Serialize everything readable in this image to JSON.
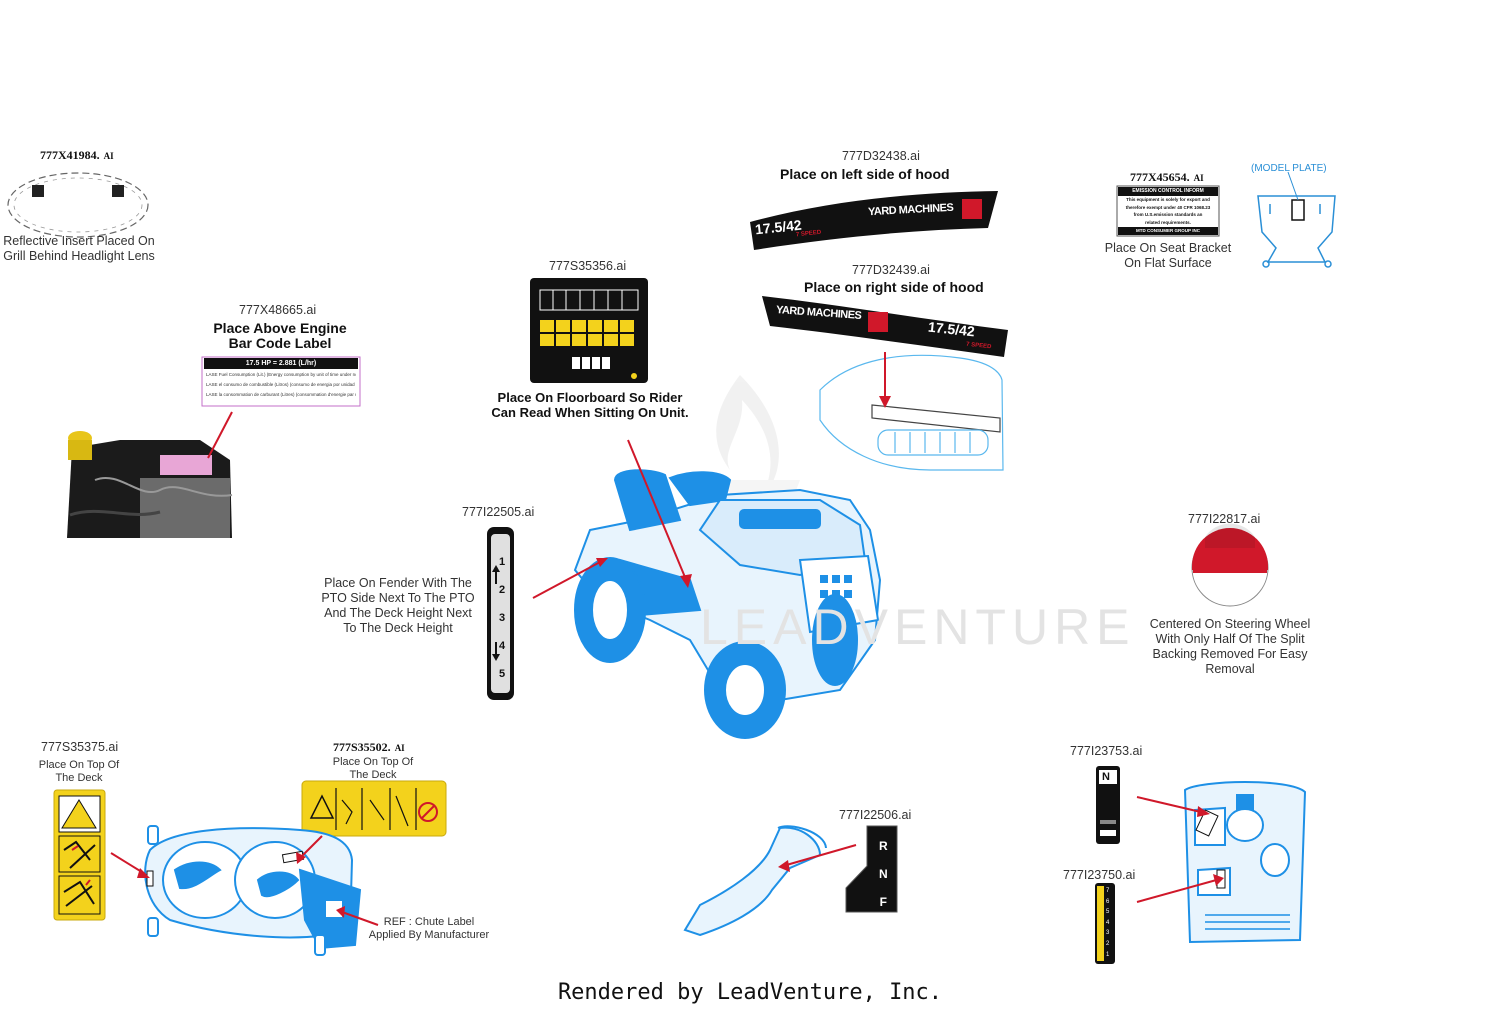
{
  "parts": {
    "p41984": {
      "code": "777X41984.",
      "ext": "AI",
      "desc1": "Reflective Insert Placed On",
      "desc2": "Grill Behind Headlight Lens"
    },
    "p48665": {
      "code": "777X48665.ai",
      "title1": "Place Above Engine",
      "title2": "Bar Code Label",
      "label_line": "17.5 HP  = 2.881  (L/hr)",
      "label_rows": [
        "LASE Fuel Consumption (Lit.) (Energy consumption by unit of time under normal",
        "LASE el consumo de combustible (Litros) (consumo de energia por unidad de tiempo",
        "LASE la consommation de carburant (Litres) (consommation d'energie par unite de"
      ]
    },
    "p35356": {
      "code": "777S35356.ai",
      "desc1": "Place On Floorboard So Rider",
      "desc2": "Can Read When Sitting On Unit."
    },
    "p32438": {
      "code": "777D32438.ai",
      "title": "Place on left side of hood",
      "brand": "YARD MACHINES",
      "model": "17.5/42",
      "speed": "7 SPEED"
    },
    "p32439": {
      "code": "777D32439.ai",
      "title": "Place on right side of hood",
      "brand": "YARD MACHINES",
      "model": "17.5/42",
      "speed": "7 SPEED"
    },
    "p45654": {
      "code": "777X45654.",
      "ext": "AI",
      "desc1": "Place On Seat Bracket",
      "desc2": "On Flat Surface",
      "label_title": "EMISSION CONTROL INFORM",
      "label_rows": [
        "This equipment is solely for export and",
        "therefore exempt under 40 CFR 1068.23",
        "from U.S.emission standards an",
        "related requirements."
      ],
      "label_footer": "MTD CONSUMER GROUP INC"
    },
    "model_plate": "(MODEL PLATE)",
    "p22505": {
      "code": "777I22505.ai",
      "desc1": "Place On Fender With The",
      "desc2": "PTO Side Next To The PTO",
      "desc3": "And The Deck Height Next",
      "desc4": "To The Deck Height",
      "numbers": [
        "1",
        "2",
        "3",
        "4",
        "5"
      ]
    },
    "p22817": {
      "code": "777I22817.ai",
      "desc1": "Centered On Steering Wheel",
      "desc2": "With Only Half Of The Split",
      "desc3": "Backing Removed For Easy",
      "desc4": "Removal"
    },
    "p35375": {
      "code": "777S35375.ai",
      "desc1": "Place On Top Of",
      "desc2": "The Deck"
    },
    "p35502": {
      "code": "777S35502.",
      "ext": "AI",
      "desc1": "Place On Top Of",
      "desc2": "The Deck"
    },
    "chute_ref": {
      "line1": "REF : Chute Label",
      "line2": "Applied By Manufacturer"
    },
    "p22506": {
      "code": "777I22506.ai",
      "letters": [
        "R",
        "N",
        "F"
      ]
    },
    "p23753": {
      "code": "777I23753.ai",
      "letter": "N"
    },
    "p23750": {
      "code": "777I23750.ai",
      "numbers": [
        "7",
        "6",
        "5",
        "4",
        "3",
        "2",
        "1"
      ]
    }
  },
  "watermark": "LEADVENTURE",
  "footer": "Rendered by LeadVenture, Inc.",
  "colors": {
    "blue": "#1e90e6",
    "red": "#d0182a",
    "yellow": "#f3d21c",
    "black": "#111111",
    "plate_blue": "#2a8fd6"
  }
}
